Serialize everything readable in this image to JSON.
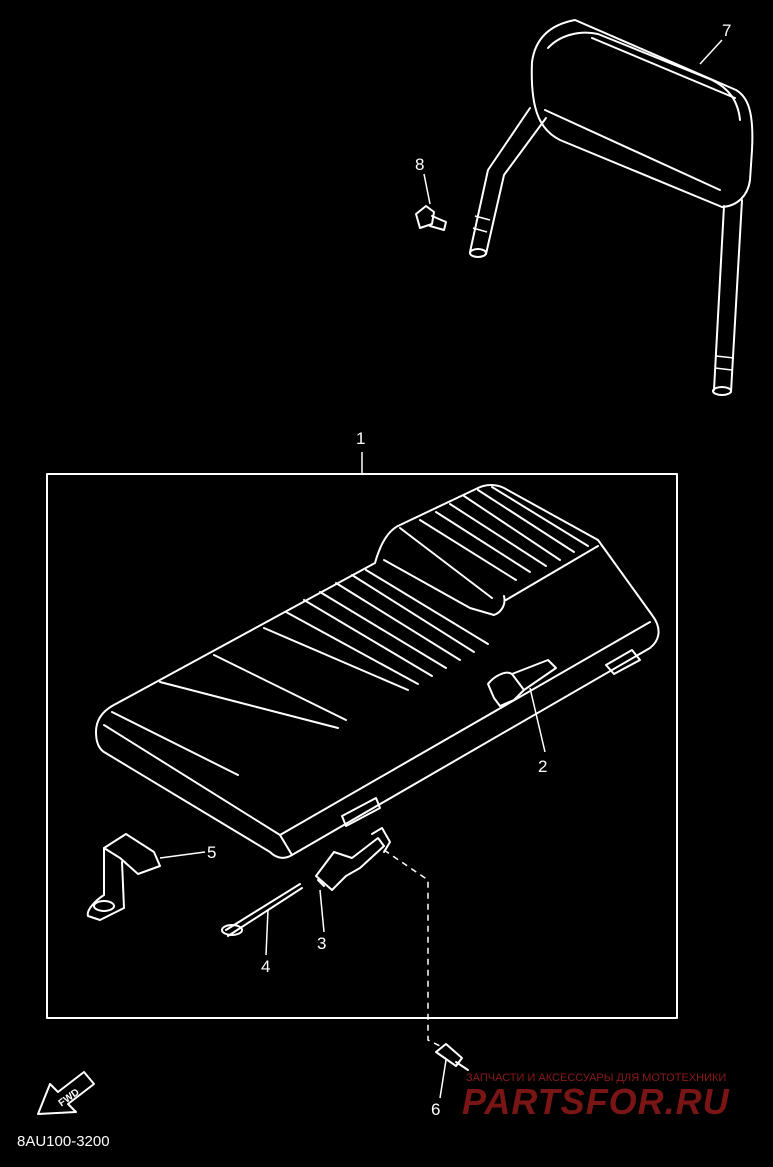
{
  "diagram": {
    "part_numbers": [
      "1",
      "2",
      "3",
      "4",
      "5",
      "6",
      "7",
      "8"
    ],
    "catalog_code": "8AU100-3200",
    "fwd_arrow_text": "FWD"
  },
  "watermark": {
    "tagline": "ЗАПЧАСТИ И АКСЕССУАРЫ ДЛЯ МОТОТЕХНИКИ",
    "brand": "PARTSFOR.RU"
  }
}
